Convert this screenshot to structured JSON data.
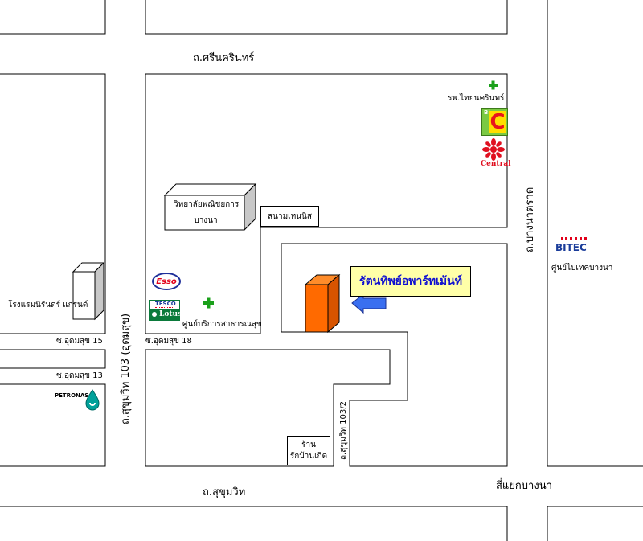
{
  "roads": {
    "srinakarin": "ถ.ศรีนครินทร์",
    "sukhumvit": "ถ.สุขุมวิท",
    "sukhumvit103": "ถ.สุขุมวิท 103 (อุดมสุข)",
    "bangna_trad": "ถ.บางนาตราด",
    "udomsuk15": "ซ.อุดมสุข 15",
    "udomsuk13": "ซ.อุดมสุข 13",
    "udomsuk18": "ซ.อุดมสุข 18",
    "sukhumvit103_2": "ถ.สุขุมวิท 103/2",
    "bangna_junction": "สี่แยกบางนา"
  },
  "places": {
    "hospital": "รพ.ไทยนครินทร์",
    "college_line1": "วิทยาลัยพณิชยการ",
    "college_line2": "บางนา",
    "tennis": "สนามเทนนิส",
    "health_center": "ศูนย์บริการสาธารณสุข",
    "hotel": "โรงแรมนิรันดร์ แกรนด์",
    "bitec_center": "ศูนย์ไบเทคบางนา",
    "shop_line1": "ร้าน",
    "shop_line2": "รักบ้านเกิด"
  },
  "destination": {
    "name": "รัตนทิพย์อพาร์ทเม้นท์"
  },
  "logos": {
    "bigc_top": "Big",
    "bigc_letter": "C",
    "central": "Central",
    "esso": "Esso",
    "tesco": "TESCO",
    "lotus": "Lotus",
    "petronas": "PETRONAS",
    "bitec": "BITEC"
  },
  "colors": {
    "building": "#ff6a00",
    "arrow": "#3a6ff0",
    "label_bg": "#ffffa8",
    "label_text": "#1010d0",
    "cross": "#1aa01a",
    "bigc": "#e8141c",
    "central": "#e01020"
  }
}
